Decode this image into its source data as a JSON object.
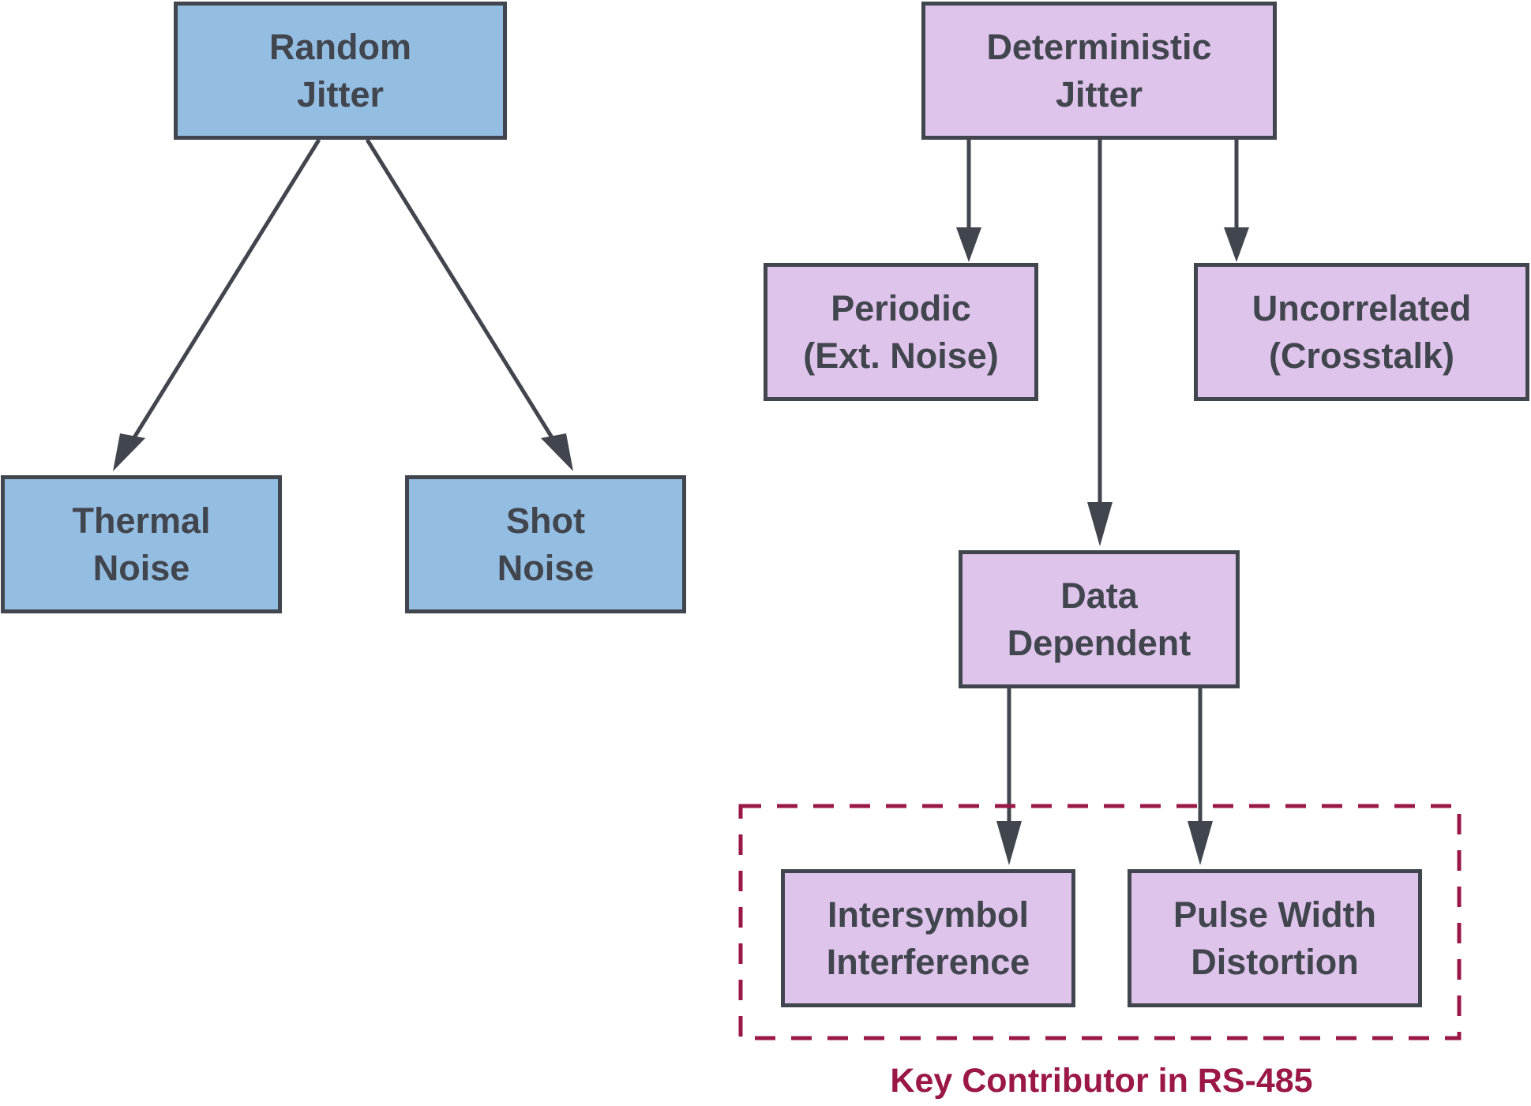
{
  "nodes": {
    "random_jitter": {
      "line1": "Random",
      "line2": "Jitter"
    },
    "thermal_noise": {
      "line1": "Thermal",
      "line2": "Noise"
    },
    "shot_noise": {
      "line1": "Shot",
      "line2": "Noise"
    },
    "deterministic_jitter": {
      "line1": "Deterministic",
      "line2": "Jitter"
    },
    "periodic": {
      "line1": "Periodic",
      "line2": "(Ext. Noise)"
    },
    "uncorrelated": {
      "line1": "Uncorrelated",
      "line2": "(Crosstalk)"
    },
    "data_dependent": {
      "line1": "Data",
      "line2": "Dependent"
    },
    "intersymbol_interference": {
      "line1": "Intersymbol",
      "line2": "Interference"
    },
    "pulse_width_distortion": {
      "line1": "Pulse Width",
      "line2": "Distortion"
    }
  },
  "group": {
    "caption": "Key Contributor in RS-485"
  },
  "colors": {
    "random_fill": "#94bde2",
    "deterministic_fill": "#dec4eb",
    "outline": "#41454d",
    "highlight": "#9a1747"
  }
}
